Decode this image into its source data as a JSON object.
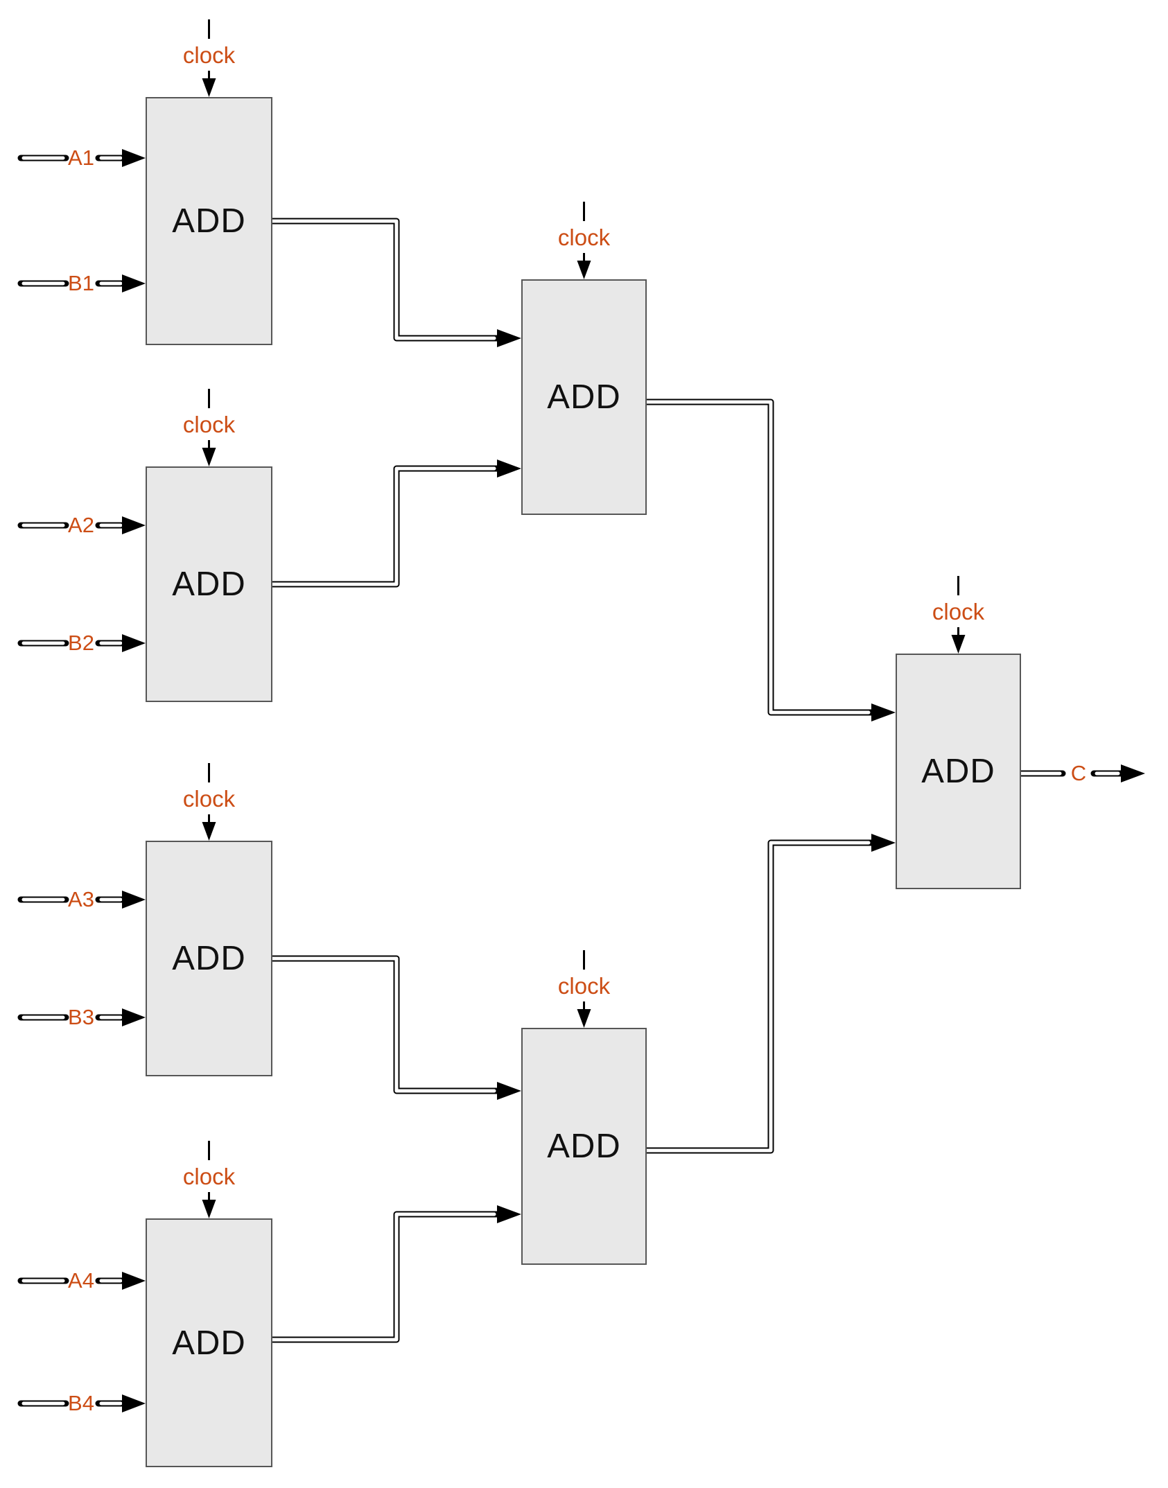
{
  "diagram": {
    "clock_label": "clock",
    "output_label": "C",
    "blocks": [
      {
        "id": "add-1",
        "label": "ADD"
      },
      {
        "id": "add-2",
        "label": "ADD"
      },
      {
        "id": "add-3",
        "label": "ADD"
      },
      {
        "id": "add-4",
        "label": "ADD"
      },
      {
        "id": "add-5",
        "label": "ADD"
      },
      {
        "id": "add-6",
        "label": "ADD"
      },
      {
        "id": "add-7",
        "label": "ADD"
      }
    ],
    "inputs": [
      {
        "label": "A1"
      },
      {
        "label": "B1"
      },
      {
        "label": "A2"
      },
      {
        "label": "B2"
      },
      {
        "label": "A3"
      },
      {
        "label": "B3"
      },
      {
        "label": "A4"
      },
      {
        "label": "B4"
      }
    ],
    "connections": [
      {
        "from": "A1",
        "to": "add-1"
      },
      {
        "from": "B1",
        "to": "add-1"
      },
      {
        "from": "A2",
        "to": "add-2"
      },
      {
        "from": "B2",
        "to": "add-2"
      },
      {
        "from": "A3",
        "to": "add-3"
      },
      {
        "from": "B3",
        "to": "add-3"
      },
      {
        "from": "A4",
        "to": "add-4"
      },
      {
        "from": "B4",
        "to": "add-4"
      },
      {
        "from": "add-1",
        "to": "add-5"
      },
      {
        "from": "add-2",
        "to": "add-5"
      },
      {
        "from": "add-3",
        "to": "add-6"
      },
      {
        "from": "add-4",
        "to": "add-6"
      },
      {
        "from": "add-5",
        "to": "add-7"
      },
      {
        "from": "add-6",
        "to": "add-7"
      },
      {
        "from": "add-7",
        "to": "C"
      },
      {
        "from": "clock",
        "to": "add-1"
      },
      {
        "from": "clock",
        "to": "add-2"
      },
      {
        "from": "clock",
        "to": "add-3"
      },
      {
        "from": "clock",
        "to": "add-4"
      },
      {
        "from": "clock",
        "to": "add-5"
      },
      {
        "from": "clock",
        "to": "add-6"
      },
      {
        "from": "clock",
        "to": "add-7"
      }
    ],
    "colors": {
      "accent": "#CC4D15",
      "block_fill": "#E8E8E8",
      "block_border": "#565656",
      "wire": "#000000"
    }
  }
}
